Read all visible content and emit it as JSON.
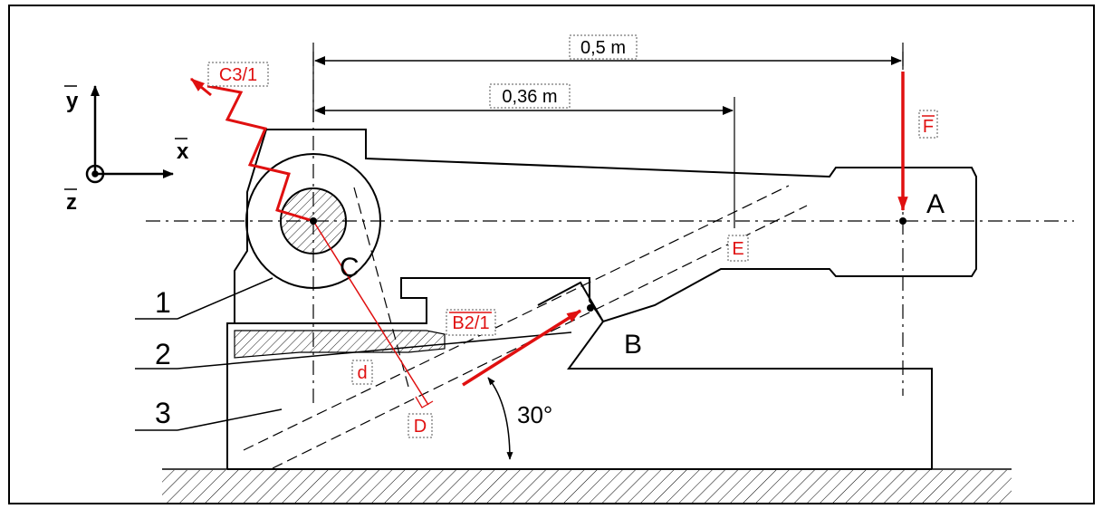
{
  "labels": {
    "dim_05": "0,5 m",
    "dim_036": "0,36 m",
    "force_f": "F",
    "spring_c31": "C3/1",
    "force_b21": "B2/1",
    "point_a": "A",
    "point_b": "B",
    "point_c": "C",
    "point_d": "D",
    "point_e": "E",
    "dist_d": "d",
    "angle": "30°",
    "axis_x": "x",
    "axis_y": "y",
    "axis_z": "z",
    "part_1": "1",
    "part_2": "2",
    "part_3": "3"
  },
  "colors": {
    "force": "#e01010",
    "line": "#000000",
    "label_box_border": "#555555"
  }
}
